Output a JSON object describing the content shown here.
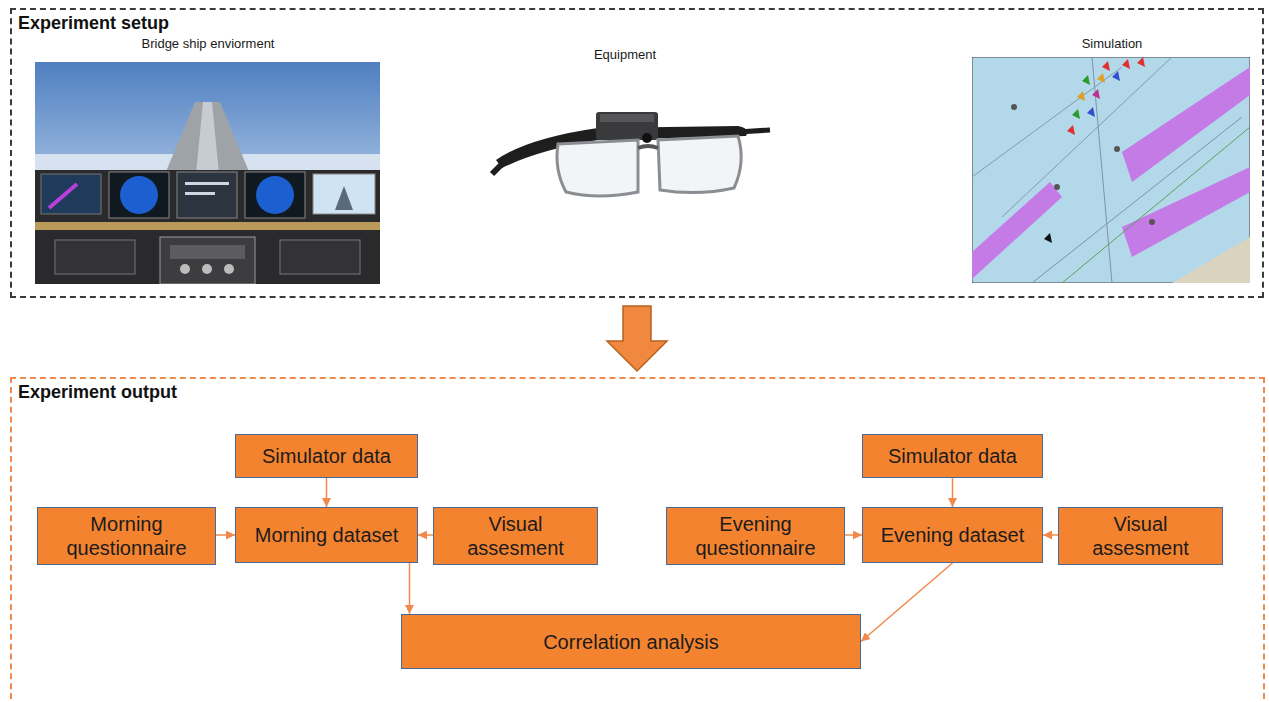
{
  "diagram": {
    "nodes": [
      {
        "text": [
          "Experiment setup"
        ]
      },
      {
        "text": [
          "Experiment output"
        ]
      },
      {
        "text": [
          "Simulator data"
        ],
        "in": 1
      },
      {
        "text": [
          "Morning questionnaire"
        ],
        "in": 1
      },
      {
        "text": [
          "Morning dataset"
        ],
        "in": 1
      },
      {
        "text": [
          "Visual assesment"
        ],
        "in": 1
      },
      {
        "text": [
          "Simulator data"
        ],
        "in": 1
      },
      {
        "text": [
          "Evening questionnaire"
        ],
        "in": 1
      },
      {
        "text": [
          "Evening dataset"
        ],
        "in": 1
      },
      {
        "text": [
          "Visual assesment"
        ],
        "in": 1
      },
      {
        "text": [
          "Correlation analysis"
        ],
        "in": 1
      }
    ],
    "edges": [
      {
        "from": 0,
        "to": 1,
        "arrow": "to"
      },
      {
        "from": 2,
        "to": 4,
        "arrow": "to"
      },
      {
        "from": 3,
        "to": 4,
        "arrow": "to"
      },
      {
        "from": 5,
        "to": 4,
        "arrow": "to"
      },
      {
        "from": 6,
        "to": 8,
        "arrow": "to"
      },
      {
        "from": 7,
        "to": 8,
        "arrow": "to"
      },
      {
        "from": 9,
        "to": 8,
        "arrow": "to"
      },
      {
        "from": 4,
        "to": 10,
        "arrow": "to"
      },
      {
        "from": 8,
        "to": 10,
        "arrow": "to"
      }
    ],
    "labels": [
      "Bridge ship enviorment",
      "Equipment",
      "Simulation"
    ]
  }
}
